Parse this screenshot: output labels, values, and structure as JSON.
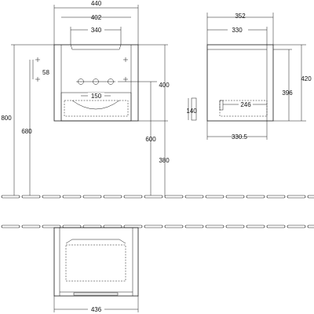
{
  "front_view": {
    "dimensions": {
      "overall_width": "440",
      "inner_width": "402",
      "top_opening": "340",
      "hole_offset": "58",
      "tap_spacing": "150",
      "total_height": "800",
      "wall_height": "680",
      "mid_height": "600",
      "floor_height": "380",
      "cabinet_height": "400"
    }
  },
  "side_view": {
    "dimensions": {
      "overall_depth": "352",
      "inner_depth": "330",
      "height_outer": "420",
      "height_inner": "396",
      "siphon_height": "140",
      "drawer_depth": "246",
      "bottom_depth": "330.5"
    }
  },
  "top_view": {
    "dimensions": {
      "drawer_width": "436"
    }
  },
  "colors": {
    "line": "#1a1a1a",
    "background": "#ffffff"
  }
}
